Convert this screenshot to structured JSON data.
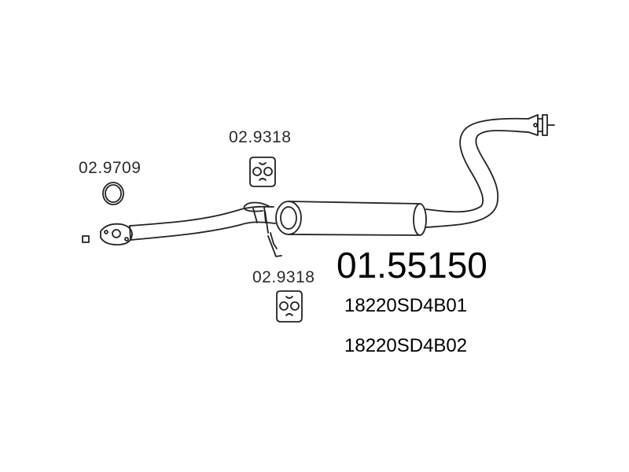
{
  "labels": {
    "gasket_ring": "02.9709",
    "hanger_top": "02.9318",
    "hanger_bottom": "02.9318",
    "main_part": "01.55150",
    "oem_1": "18220SD4B01",
    "oem_2": "18220SD4B02"
  },
  "colors": {
    "line": "#222222",
    "background": "#ffffff"
  },
  "icons": [
    "small-square-icon",
    "o-ring-gasket-icon",
    "rubber-hanger-icon",
    "flange-icon",
    "muffler-icon",
    "clamp-bracket-icon"
  ]
}
